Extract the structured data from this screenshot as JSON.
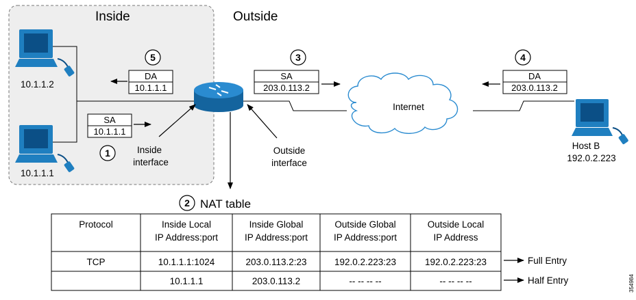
{
  "regions": {
    "inside": "Inside",
    "outside": "Outside"
  },
  "hosts": {
    "host1": "10.1.1.2",
    "host2": "10.1.1.1",
    "hostB_name": "Host B",
    "hostB_ip": "192.0.2.223"
  },
  "steps": [
    "1",
    "2",
    "3",
    "4",
    "5"
  ],
  "packets": {
    "p1": {
      "label": "SA",
      "addr": "10.1.1.1"
    },
    "p3": {
      "label": "SA",
      "addr": "203.0.113.2"
    },
    "p4": {
      "label": "DA",
      "addr": "203.0.113.2"
    },
    "p5": {
      "label": "DA",
      "addr": "10.1.1.1"
    }
  },
  "labels": {
    "inside_interface": [
      "Inside",
      "interface"
    ],
    "outside_interface": [
      "Outside",
      "interface"
    ],
    "internet": "Internet",
    "nat_table": "NAT table",
    "figure_id": "354984"
  },
  "table": {
    "headers": [
      [
        "Protocol",
        ""
      ],
      [
        "Inside Local",
        "IP Address:port"
      ],
      [
        "Inside Global",
        "IP Address:port"
      ],
      [
        "Outside Global",
        "IP Address:port"
      ],
      [
        "Outside Local",
        "IP Address"
      ]
    ],
    "rows": [
      {
        "cells": [
          "TCP",
          "10.1.1.1:1024",
          "203.0.113.2:23",
          "192.0.2.223:23",
          "192.0.2.223:23"
        ],
        "entry": "Full Entry"
      },
      {
        "cells": [
          "",
          "10.1.1.1",
          "203.0.113.2",
          "-- -- -- --",
          "-- -- -- --"
        ],
        "entry": "Half Entry"
      }
    ]
  },
  "colors": {
    "pc_body": "#1f7fc0",
    "pc_screen": "#0b4f86",
    "router": "#1d78bd",
    "inside_bg": "#eeeeee"
  }
}
